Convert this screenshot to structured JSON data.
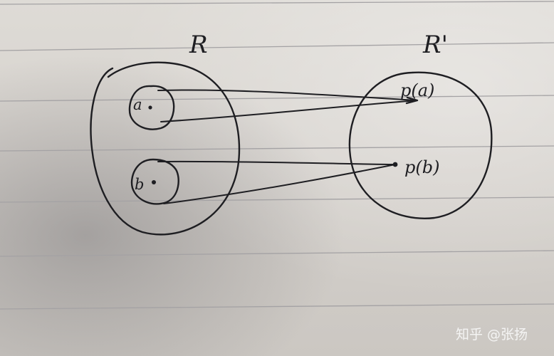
{
  "diagram": {
    "set_domain_label": "R",
    "set_codomain_label": "R'",
    "element_a_label": "a",
    "element_b_label": "b",
    "image_a_label": "p(a)",
    "image_b_label": "p(b)"
  },
  "watermark": {
    "text": "知乎 @张扬"
  },
  "colors": {
    "ink": "#1e1e22",
    "paper": "#d8d4cf",
    "rule_lines": "#a4a2a4"
  }
}
